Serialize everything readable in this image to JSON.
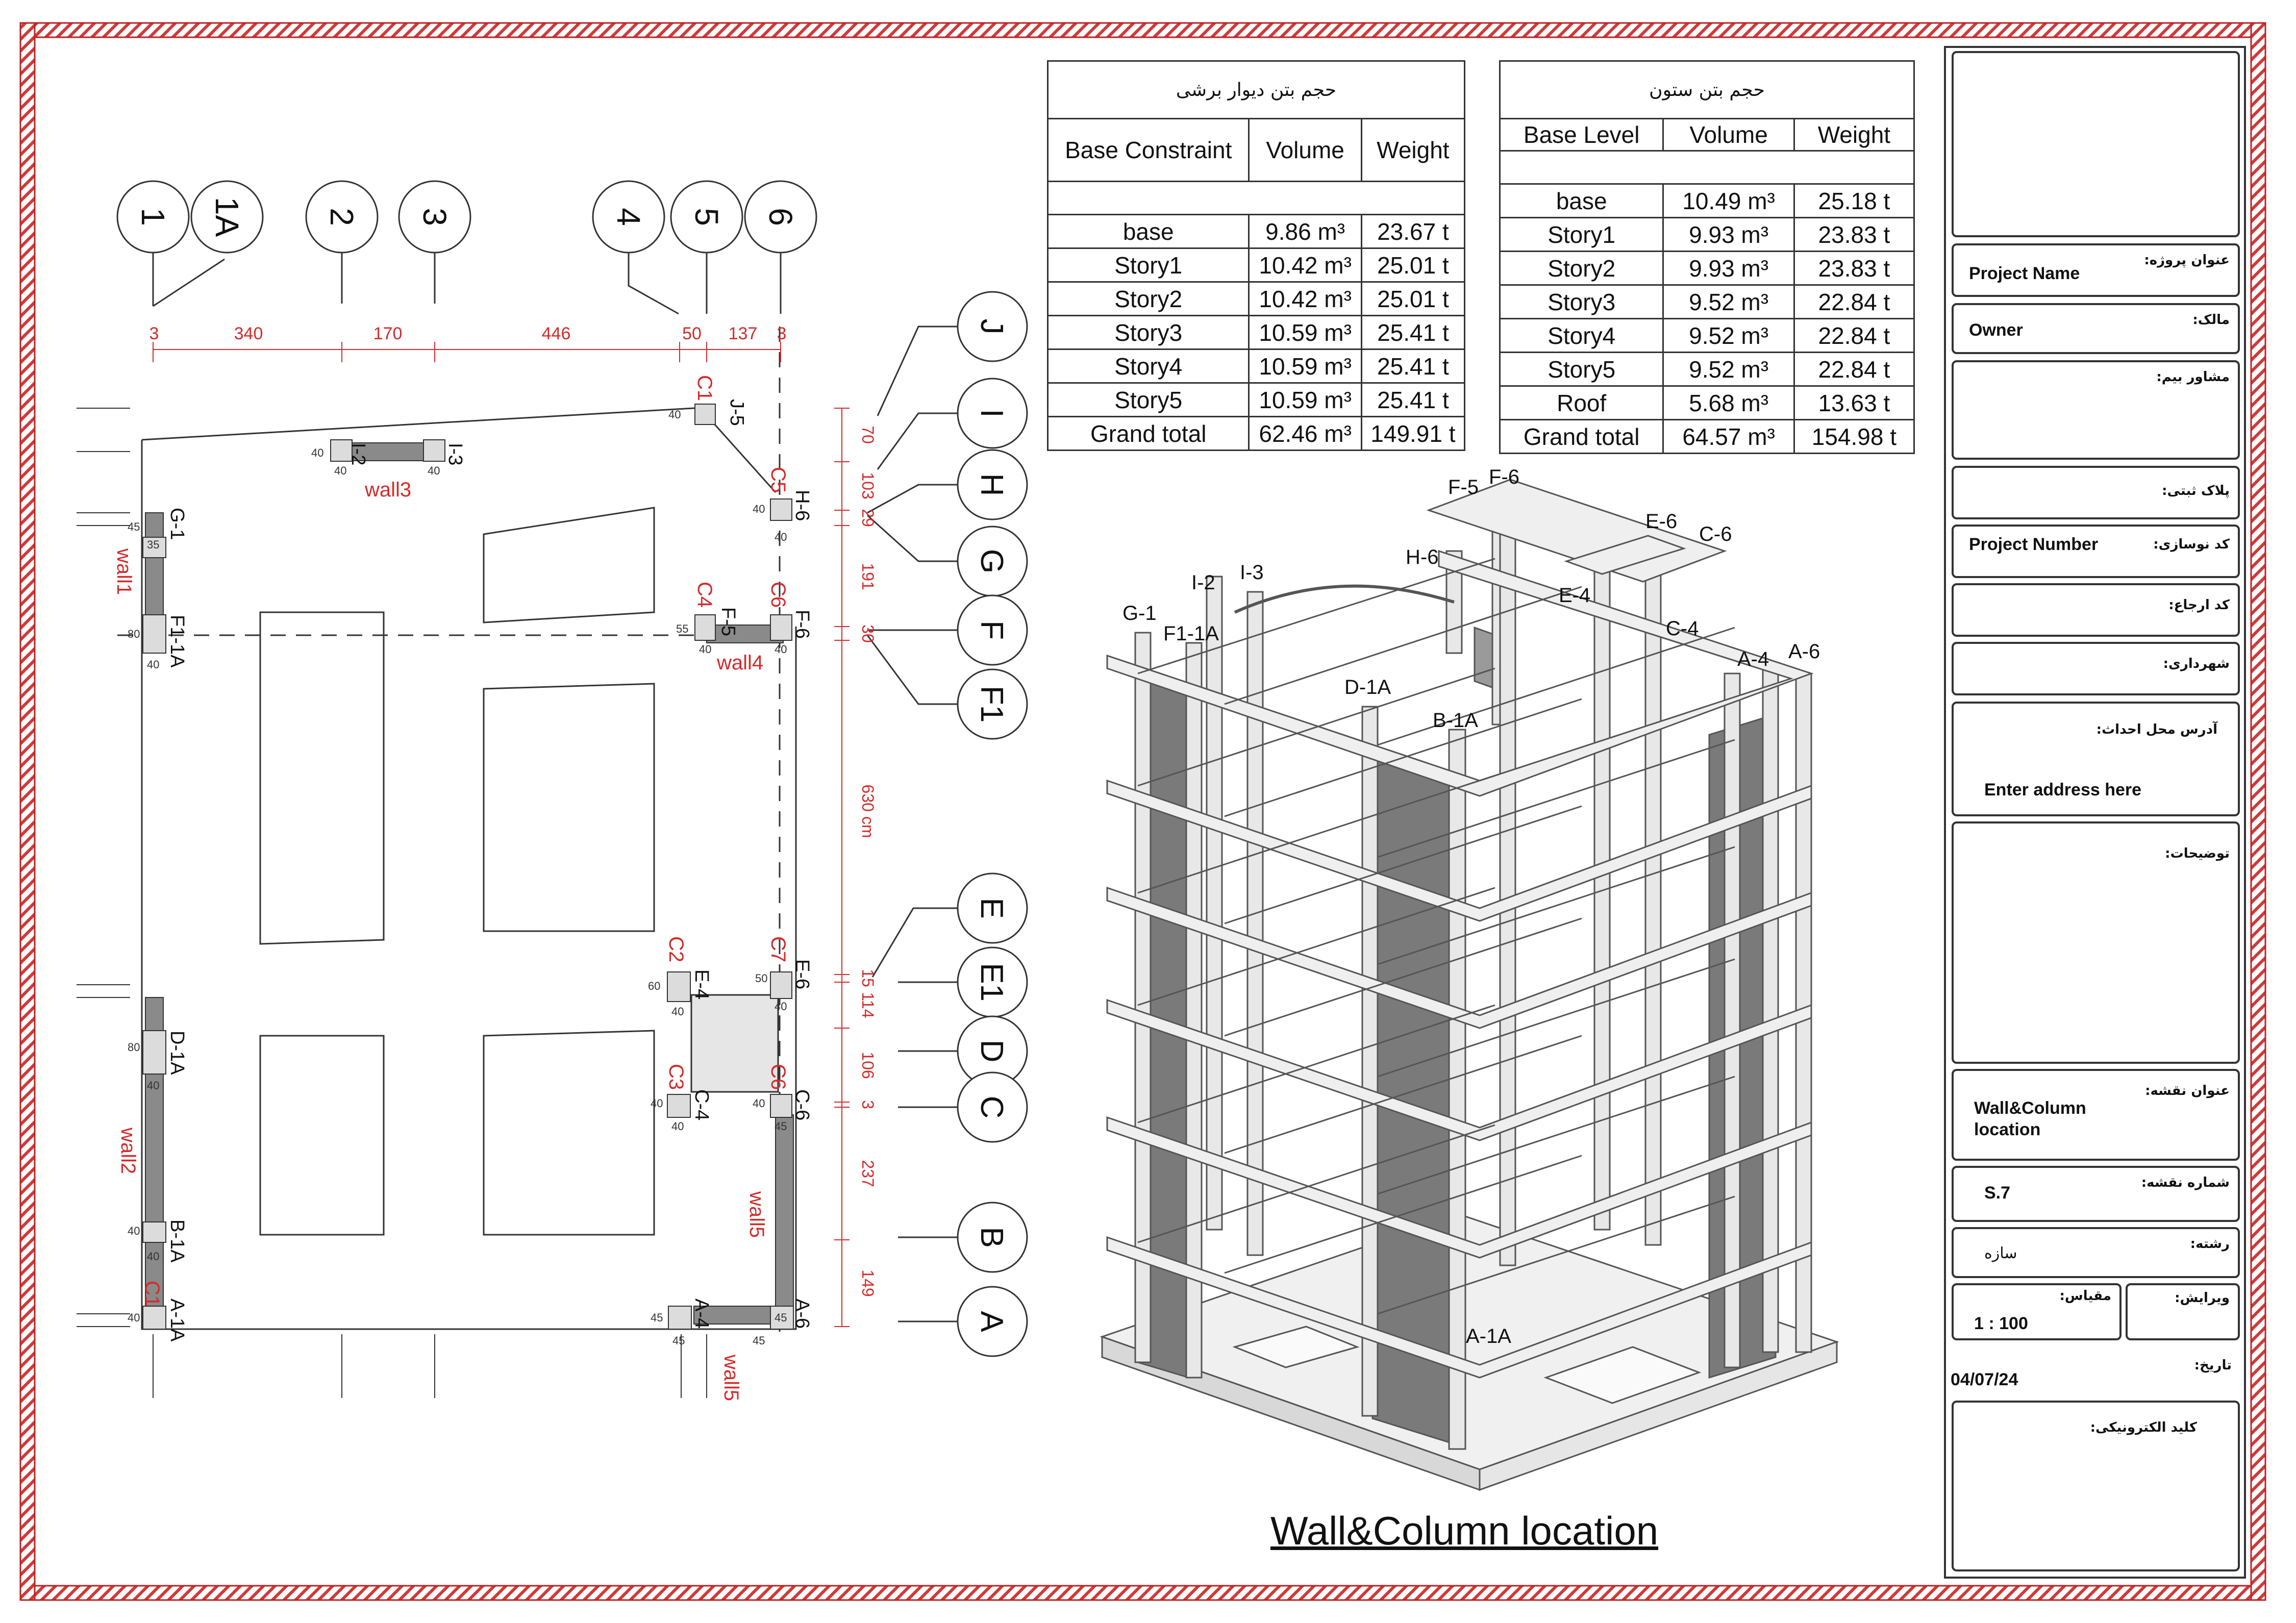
{
  "grid_labels": {
    "vertical": [
      "1",
      "1A",
      "2",
      "3",
      "4",
      "5",
      "6"
    ],
    "horizontal": [
      "J",
      "I",
      "H",
      "G",
      "F",
      "F1",
      "E",
      "E1",
      "D",
      "C",
      "B",
      "A"
    ]
  },
  "top_dimensions": [
    "3",
    "340",
    "170",
    "446",
    "50",
    "137",
    "3"
  ],
  "side_dimensions": [
    "70",
    "103",
    "29",
    "191",
    "30",
    "630 cm",
    "15",
    "114",
    "106",
    "3",
    "237",
    "149"
  ],
  "column_marks": [
    "J-5",
    "I-2",
    "I-3",
    "H-6",
    "G-1",
    "F1-1A",
    "F-5",
    "F-6",
    "E-4",
    "E-6",
    "D-1A",
    "C-4",
    "C-6",
    "B-1A",
    "A-1A",
    "A-4",
    "A-6"
  ],
  "column_types": [
    "C1",
    "C5",
    "C4",
    "C6",
    "C2",
    "C7",
    "C3",
    "C6",
    "C1"
  ],
  "wall_labels": [
    "wall1",
    "wall2",
    "wall3",
    "wall4",
    "wall5",
    "wall5"
  ],
  "small_dims": [
    "40",
    "45",
    "35",
    "80",
    "55",
    "50",
    "60"
  ],
  "wall_table": {
    "title": "حجم بتن دیوار برشی",
    "headers": [
      "Base Constraint",
      "Volume",
      "Weight"
    ],
    "rows": [
      [
        "base",
        "9.86 m³",
        "23.67 t"
      ],
      [
        "Story1",
        "10.42 m³",
        "25.01 t"
      ],
      [
        "Story2",
        "10.42 m³",
        "25.01 t"
      ],
      [
        "Story3",
        "10.59 m³",
        "25.41 t"
      ],
      [
        "Story4",
        "10.59 m³",
        "25.41 t"
      ],
      [
        "Story5",
        "10.59 m³",
        "25.41 t"
      ],
      [
        "Grand total",
        "62.46 m³",
        "149.91 t"
      ]
    ]
  },
  "column_table": {
    "title": "حجم بتن ستون",
    "headers": [
      "Base Level",
      "Volume",
      "Weight"
    ],
    "rows": [
      [
        "base",
        "10.49 m³",
        "25.18 t"
      ],
      [
        "Story1",
        "9.93 m³",
        "23.83 t"
      ],
      [
        "Story2",
        "9.93 m³",
        "23.83 t"
      ],
      [
        "Story3",
        "9.52 m³",
        "22.84 t"
      ],
      [
        "Story4",
        "9.52 m³",
        "22.84 t"
      ],
      [
        "Story5",
        "9.52 m³",
        "22.84 t"
      ],
      [
        "Roof",
        "5.68 m³",
        "13.63 t"
      ],
      [
        "Grand total",
        "64.57 m³",
        "154.98 t"
      ]
    ]
  },
  "iso_labels": [
    "F-5",
    "F-6",
    "E-6",
    "C-6",
    "I-2",
    "I-3",
    "H-6",
    "E-4",
    "G-1",
    "F1-1A",
    "C-4",
    "A-4",
    "A-6",
    "D-1A",
    "B-1A",
    "A-1A"
  ],
  "figure_title": "Wall&Column location",
  "title_block": {
    "project_name_label": "عنوان پروژه:",
    "project_name": "Project Name",
    "owner_label": "مالک:",
    "owner": "Owner",
    "insurer_label": "مشاور بیم:",
    "plate_label": "پلاک ثبتی:",
    "code_label": "کد نوسازی:",
    "project_number": "Project Number",
    "ref_label": "کد ارجاع:",
    "municipality_label": "شهرداری:",
    "address_label": "آدرس محل احداث:",
    "address": "Enter address here",
    "desc_label": "توضیحات:",
    "sheet_title_label": "عنوان نقشه:",
    "sheet_title_1": "Wall&Column",
    "sheet_title_2": "location",
    "sheet_no_label": "شماره نقشه:",
    "sheet_no": "S.7",
    "discipline_label": "رشته:",
    "discipline": "سازه",
    "scale_label": "مقیاس:",
    "scale": "1 : 100",
    "revision_label": "ویرایش:",
    "date_label": "تاریخ:",
    "date": "04/07/24",
    "ekey_label": "کلید الکترونیکی:"
  },
  "colors": {
    "red": "#d42a2a",
    "wall": "#8a8a8a",
    "line": "#333333"
  }
}
